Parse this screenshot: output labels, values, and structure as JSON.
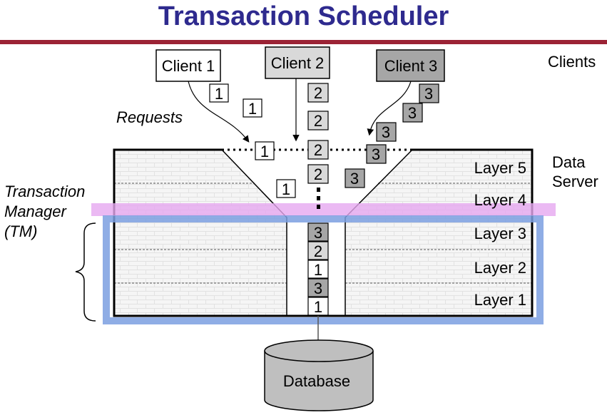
{
  "title": "Transaction Scheduler",
  "clients": [
    {
      "label": "Client 1",
      "fill": "#ffffff"
    },
    {
      "label": "Client 2",
      "fill": "#d9d9d9"
    },
    {
      "label": "Client 3",
      "fill": "#a6a6a6"
    }
  ],
  "clients_label": "Clients",
  "requests_label": "Requests",
  "data_server_label": [
    "Data",
    "Server"
  ],
  "tm_label": [
    "Transaction",
    "Manager",
    "(TM)"
  ],
  "layers": [
    "Layer 5",
    "Layer 4",
    "Layer 3",
    "Layer 2",
    "Layer 1"
  ],
  "database_label": "Database",
  "request_ids": {
    "client1": "1",
    "client2": "2",
    "client3": "3"
  },
  "queue_ids": [
    "3",
    "2",
    "1",
    "3",
    "1"
  ],
  "colors": {
    "title": "#2e2a8e",
    "rule": "#9b2335",
    "tm_band": "#e6a8f0",
    "tm_frame": "#7b9fe0",
    "client3_box": "#a6a6a6"
  }
}
